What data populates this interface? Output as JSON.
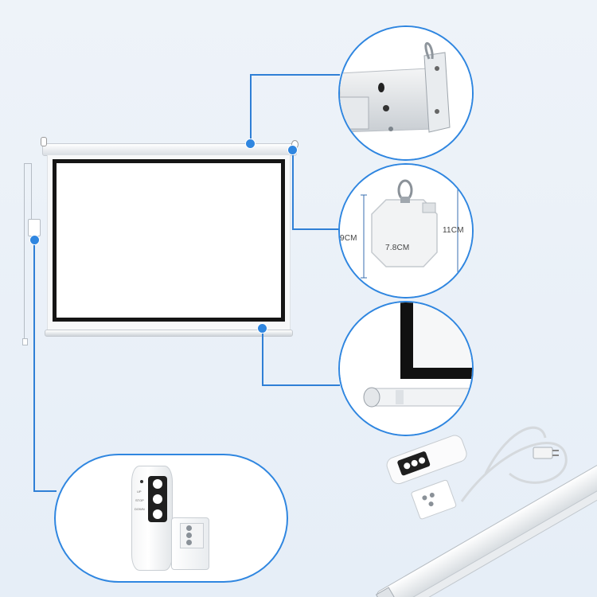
{
  "dimensions": {
    "width": "7.8CM",
    "height_left": "9CM",
    "height_right": "11CM"
  },
  "remote": {
    "up_label": "UP",
    "stop_label": "STOP",
    "down_label": "DOWN"
  },
  "colors": {
    "accent": "#2f86e0",
    "screen_border": "#1a1a1a",
    "background": "#eaf1f8"
  }
}
